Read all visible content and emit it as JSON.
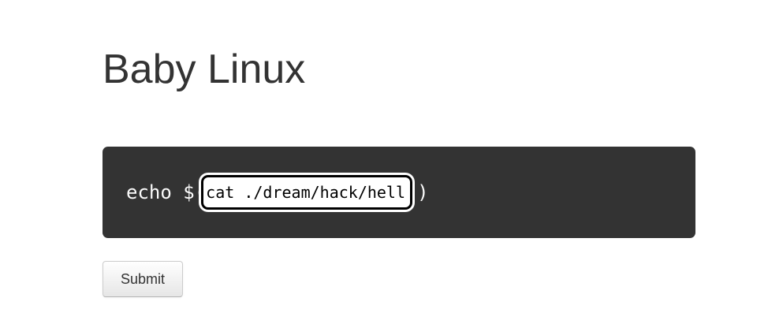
{
  "page": {
    "title": "Baby Linux"
  },
  "terminal": {
    "prefix": "echo $(",
    "input_value": "cat ./dream/hack/hell",
    "suffix": ")"
  },
  "form": {
    "submit_label": "Submit"
  },
  "colors": {
    "terminal_background": "#333333",
    "terminal_text": "#ffffff",
    "title_text": "#333333",
    "input_border": "#000000",
    "input_focus_ring": "#ffffff",
    "button_background_top": "#ffffff",
    "button_background_bottom": "#e6e6e6",
    "button_border": "#cccccc",
    "button_text": "#333333",
    "page_background": "#ffffff"
  }
}
